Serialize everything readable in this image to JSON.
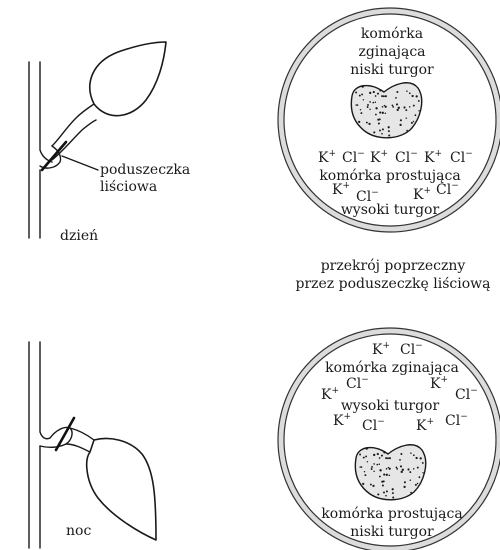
{
  "day": {
    "time_label": "dzień",
    "pulvinus_label_line1": "poduszeczka",
    "pulvinus_label_line2": "liściowa",
    "circle": {
      "top_cell_line1": "komórka",
      "top_cell_line2": "zginająca",
      "top_cell_line3": "niski turgor",
      "bottom_cell_line1": "komórka prostująca",
      "bottom_cell_line2": "wysoki turgor"
    }
  },
  "cross_section_caption_line1": "przekrój poprzeczny",
  "cross_section_caption_line2": "przez poduszeczkę liściową",
  "night": {
    "time_label": "noc",
    "circle": {
      "top_cell_line1": "komórka zginająca",
      "top_cell_line2": "wysoki turgor",
      "bottom_cell_line1": "komórka prostująca",
      "bottom_cell_line2": "niski turgor"
    }
  },
  "ions": {
    "potassium": "K",
    "potassium_charge": "+",
    "chloride": "Cl",
    "chloride_charge": "−"
  }
}
